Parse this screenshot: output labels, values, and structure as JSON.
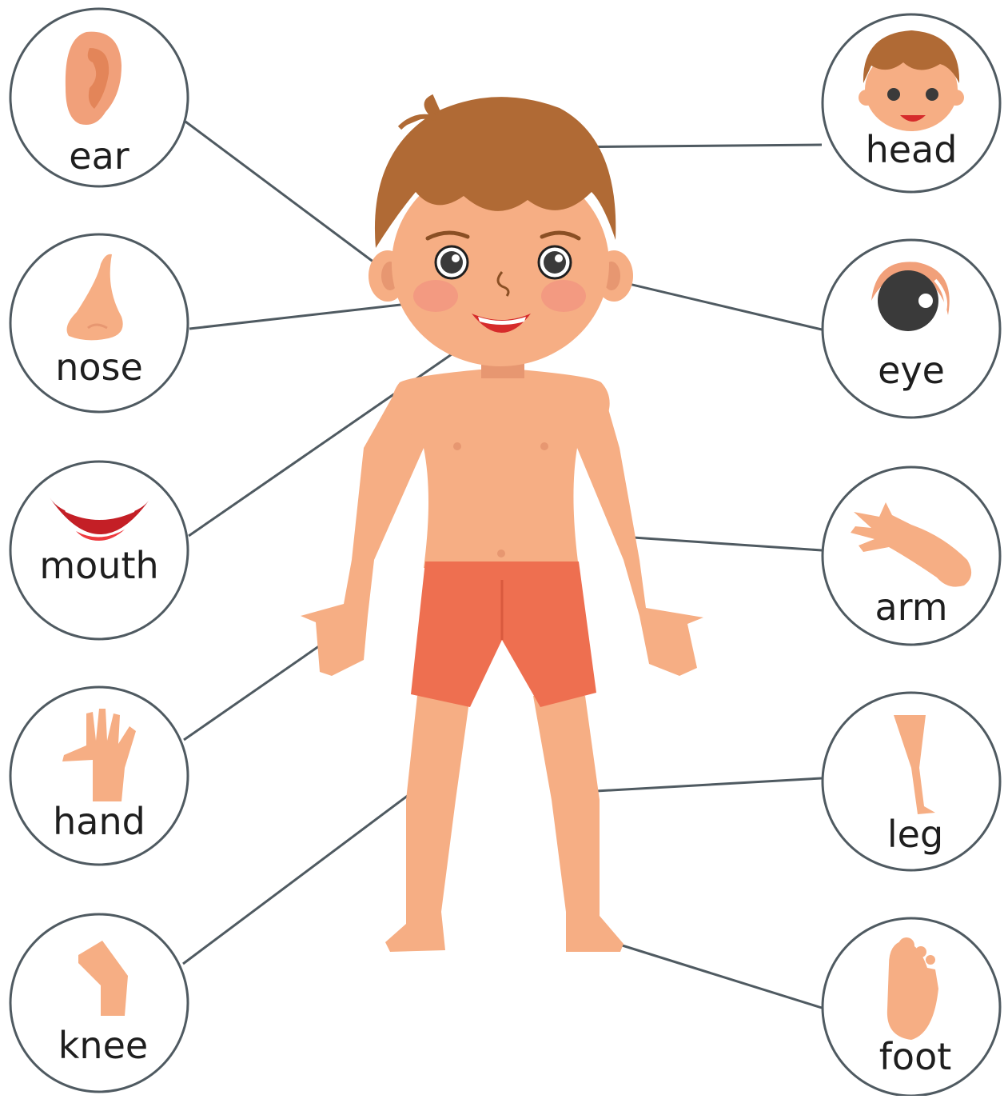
{
  "colors": {
    "skin": "#F6AE84",
    "skin_shadow": "#E79771",
    "hair": "#B06A35",
    "hair_dark": "#8A4F24",
    "shorts": "#EE6F50",
    "lip_red": "#D62B2B",
    "circle_stroke": "#4F5A61",
    "connector": "#4F5A61"
  },
  "parts": [
    {
      "id": "ear",
      "label": "ear",
      "icon": "ear-icon"
    },
    {
      "id": "nose",
      "label": "nose",
      "icon": "nose-icon"
    },
    {
      "id": "mouth",
      "label": "mouth",
      "icon": "mouth-icon"
    },
    {
      "id": "hand",
      "label": "hand",
      "icon": "hand-icon"
    },
    {
      "id": "knee",
      "label": "knee",
      "icon": "knee-icon"
    },
    {
      "id": "head",
      "label": "head",
      "icon": "head-icon"
    },
    {
      "id": "eye",
      "label": "eye",
      "icon": "eye-icon"
    },
    {
      "id": "arm",
      "label": "arm",
      "icon": "arm-icon"
    },
    {
      "id": "leg",
      "label": "leg",
      "icon": "leg-icon"
    },
    {
      "id": "foot",
      "label": "foot",
      "icon": "foot-icon"
    }
  ]
}
